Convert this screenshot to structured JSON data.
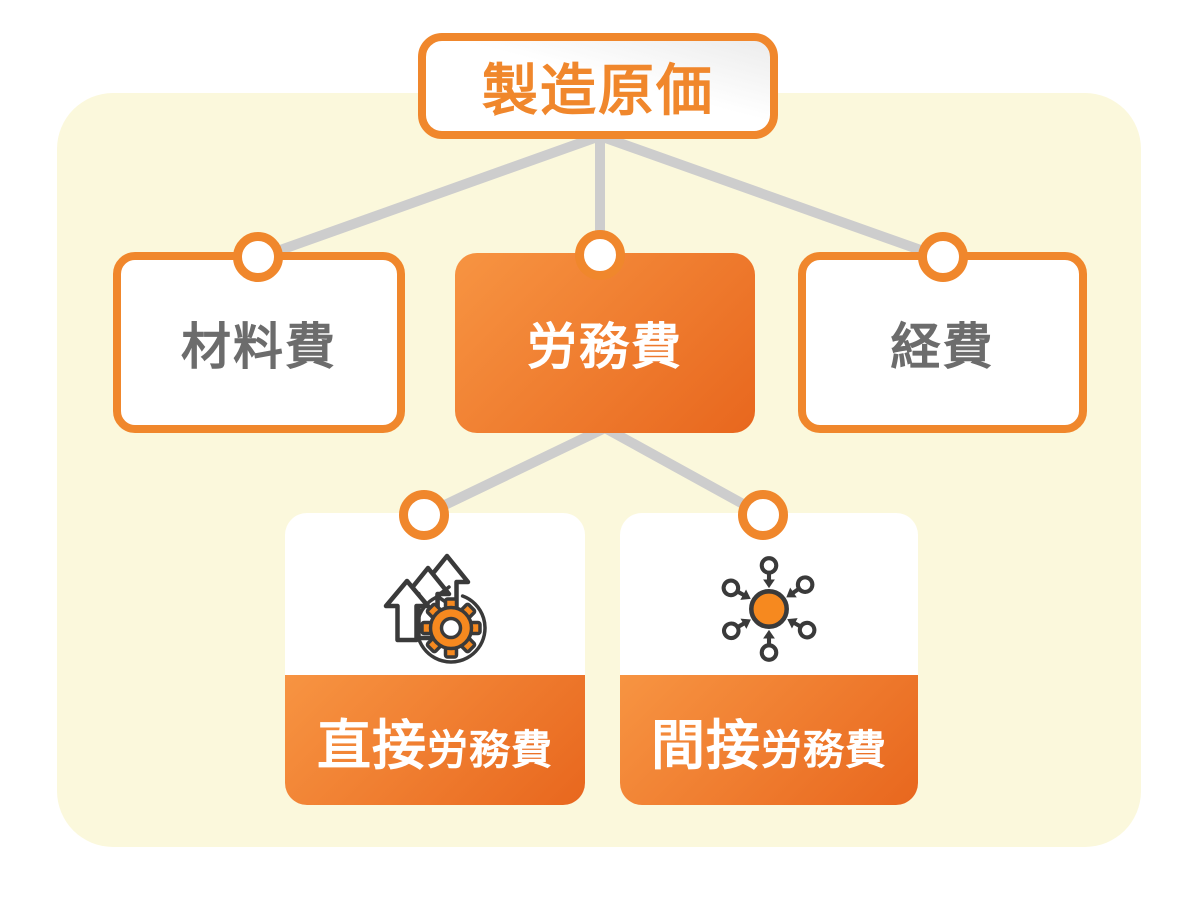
{
  "tree": {
    "root": {
      "label": "製造原価"
    },
    "children": [
      {
        "id": "materials",
        "label": "材料費",
        "highlighted": false
      },
      {
        "id": "labor",
        "label": "労務費",
        "highlighted": true
      },
      {
        "id": "expenses",
        "label": "経費",
        "highlighted": false
      }
    ],
    "labor_children": [
      {
        "id": "direct-labor",
        "label_main": "直接",
        "label_sub": "労務費",
        "icon": "arrows-up-gear-icon"
      },
      {
        "id": "indirect-labor",
        "label_main": "間接",
        "label_sub": "労務費",
        "icon": "hub-inward-arrows-icon"
      }
    ]
  },
  "colors": {
    "accent": "#F0872C",
    "panel_bg": "#FBF8DC",
    "connector": "#CDCDCD",
    "text_gray": "#6C6C6C",
    "gradient_start": "#F79442",
    "gradient_end": "#E8671E",
    "icon_stroke": "#3A3A3A",
    "icon_fill": "#F6891F",
    "root_gradient_end": "#ECECEC"
  }
}
